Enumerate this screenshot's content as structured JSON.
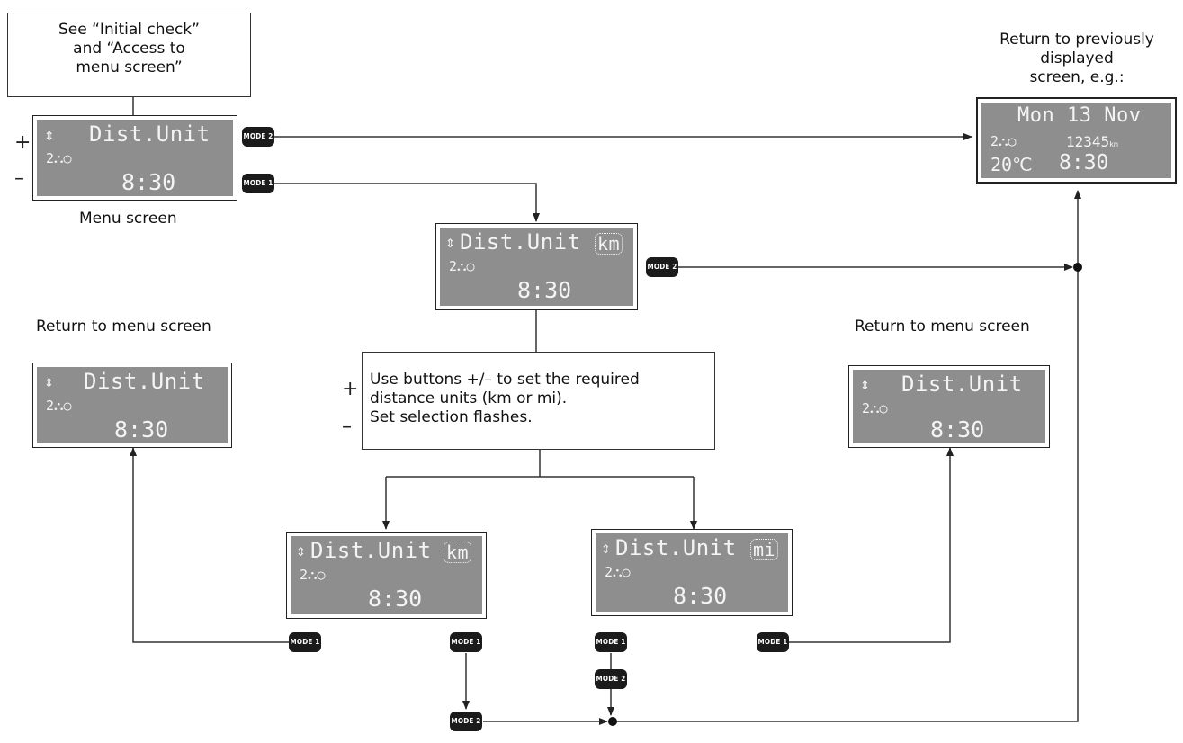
{
  "start_note": {
    "lines": [
      "See “Initial check”",
      "and “Access to",
      "menu screen”"
    ]
  },
  "return_prev_note": {
    "lines": [
      "Return to previously",
      "displayed",
      "screen, e.g.:"
    ]
  },
  "menu_screen_caption": "Menu screen",
  "return_menu_left": "Return to menu screen",
  "return_menu_right": "Return to menu screen",
  "instructions_note": {
    "lines": [
      "Use buttons +/– to set the required",
      "distance units (km or mi).",
      "Set selection flashes."
    ]
  },
  "symbols": {
    "plus": "+",
    "minus": "–",
    "updown": "⇕"
  },
  "lcd": {
    "title": "Dist.Unit",
    "gear": "2⛬○",
    "time": "8:30",
    "unit_km": "km",
    "unit_mi": "mi"
  },
  "prev_screen": {
    "title": "Mon 13 Nov",
    "gear": "2⛬○",
    "odometer": "12345",
    "odometer_unit": "km",
    "temp": "20℃",
    "time": "8:30"
  },
  "buttons": {
    "mode1": "MODE 1",
    "mode2": "MODE 2"
  }
}
